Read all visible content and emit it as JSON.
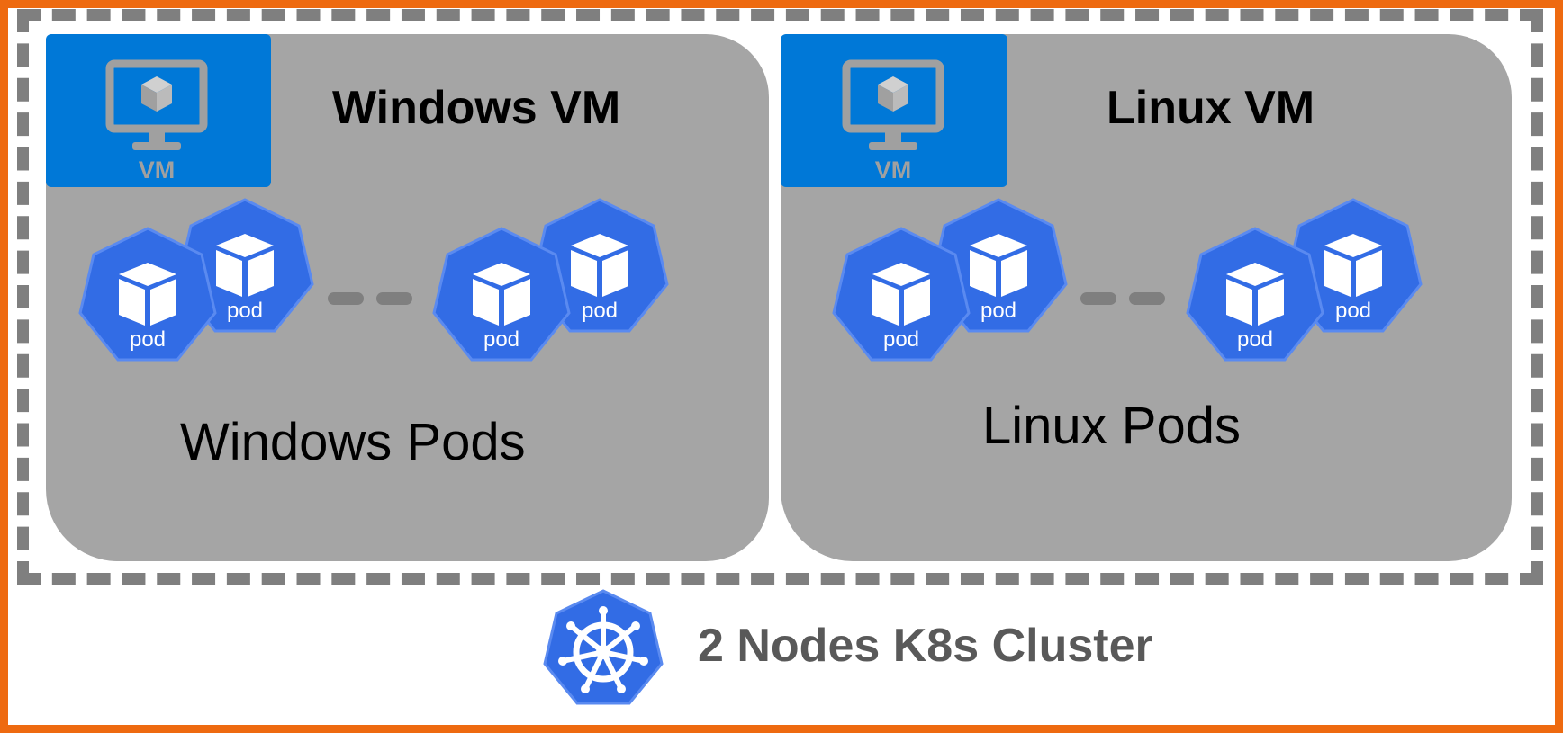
{
  "nodes": [
    {
      "title": "Windows VM",
      "vm_label": "VM",
      "pods_label": "Windows Pods",
      "pod_labels": [
        "pod",
        "pod",
        "pod",
        "pod"
      ],
      "icons": [
        "vm-monitor-icon",
        "pod-cube-icon"
      ]
    },
    {
      "title": "Linux VM",
      "vm_label": "VM",
      "pods_label": "Linux Pods",
      "pod_labels": [
        "pod",
        "pod",
        "pod",
        "pod"
      ],
      "icons": [
        "vm-monitor-icon",
        "pod-cube-icon"
      ]
    }
  ],
  "cluster": {
    "title": "2 Nodes K8s Cluster",
    "icon": "kubernetes-wheel-icon"
  },
  "colors": {
    "frame": "#ee6a10",
    "dashed_border": "#7f7f7f",
    "node_background": "#a5a5a5",
    "vm_badge": "#0078d7",
    "pod": "#326ce5",
    "cluster_text": "#595959"
  }
}
